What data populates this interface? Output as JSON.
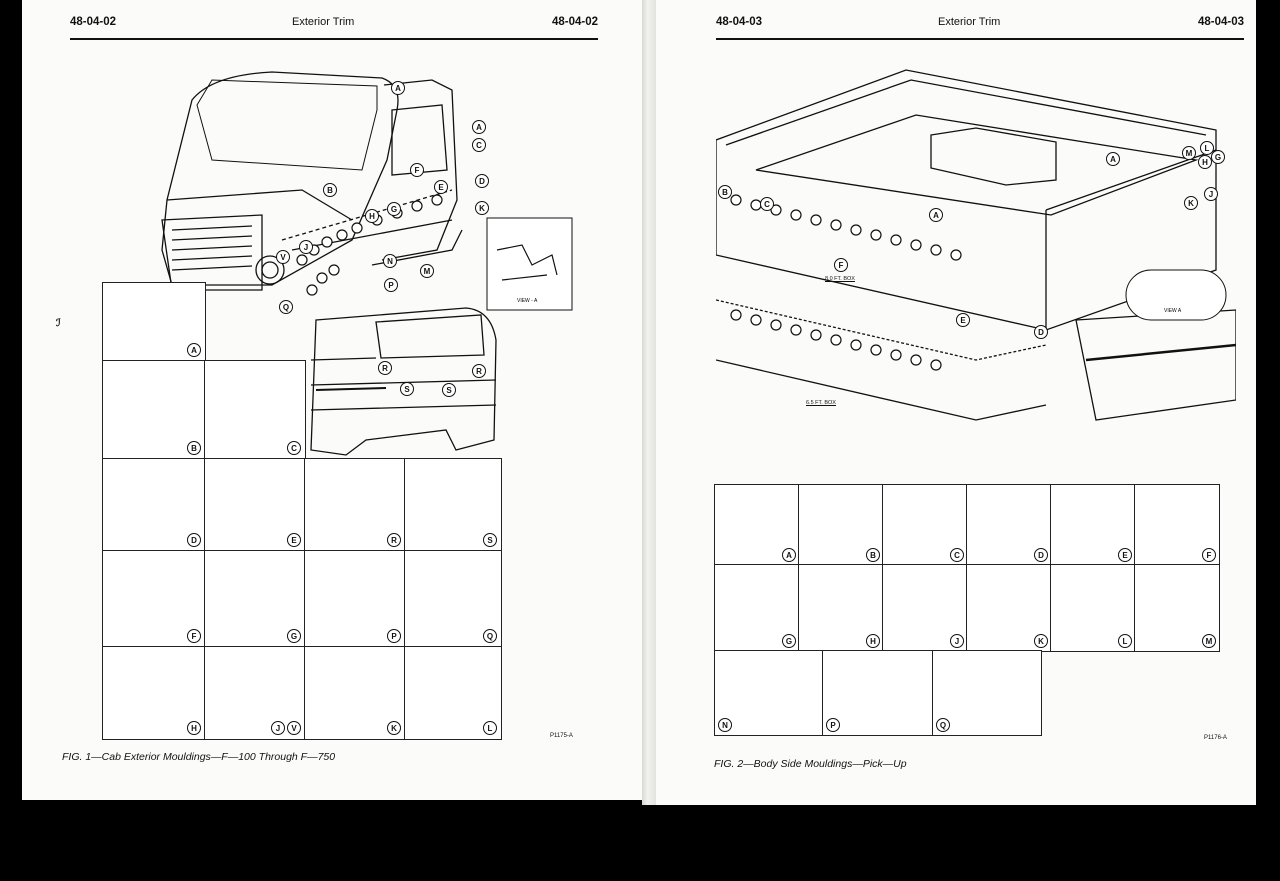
{
  "left_page": {
    "page_number_left": "48-04-02",
    "section_title": "Exterior Trim",
    "page_number_right": "48-04-02",
    "figure_caption": "FIG. 1—Cab Exterior Mouldings—F—100 Through F—750",
    "plate_code": "P1175-A",
    "view_label": "VIEW - A",
    "detail_grid": [
      {
        "letters": [
          "A"
        ]
      },
      {
        "letters": [
          "B"
        ]
      },
      {
        "letters": [
          "C"
        ]
      },
      {
        "letters": [
          "D"
        ]
      },
      {
        "letters": [
          "E"
        ]
      },
      {
        "letters": [
          "R"
        ]
      },
      {
        "letters": [
          "S"
        ]
      },
      {
        "letters": [
          "F"
        ]
      },
      {
        "letters": [
          "G"
        ]
      },
      {
        "letters": [
          "P"
        ]
      },
      {
        "letters": [
          "Q"
        ]
      },
      {
        "letters": [
          "H"
        ]
      },
      {
        "letters": [
          "J",
          "V"
        ]
      },
      {
        "letters": [
          "K"
        ]
      },
      {
        "letters": [
          "L"
        ]
      }
    ],
    "callouts": [
      "A",
      "C",
      "D",
      "K",
      "E",
      "F",
      "B",
      "G",
      "H",
      "J",
      "V",
      "Q",
      "M",
      "N",
      "P",
      "R",
      "S"
    ]
  },
  "right_page": {
    "page_number_left": "48-04-03",
    "section_title": "Exterior Trim",
    "page_number_right": "48-04-03",
    "figure_caption": "FIG. 2—Body Side Mouldings—Pick—Up",
    "plate_code": "P1176-A",
    "view_label": "VIEW A",
    "box_label_8": "8.0 FT. BOX",
    "box_label_6": "6.5 FT. BOX",
    "detail_grid": [
      {
        "letters": [
          "A"
        ]
      },
      {
        "letters": [
          "B"
        ]
      },
      {
        "letters": [
          "C"
        ]
      },
      {
        "letters": [
          "D"
        ]
      },
      {
        "letters": [
          "E"
        ]
      },
      {
        "letters": [
          "F"
        ]
      },
      {
        "letters": [
          "G"
        ]
      },
      {
        "letters": [
          "H"
        ]
      },
      {
        "letters": [
          "J"
        ]
      },
      {
        "letters": [
          "K"
        ]
      },
      {
        "letters": [
          "L"
        ]
      },
      {
        "letters": [
          "M"
        ]
      },
      {
        "letters": [
          "N"
        ]
      },
      {
        "letters": [
          "P"
        ]
      },
      {
        "letters": [
          "Q"
        ]
      }
    ],
    "callouts": [
      "A",
      "B",
      "C",
      "D",
      "E",
      "F",
      "G",
      "H",
      "J",
      "K",
      "L",
      "M"
    ]
  },
  "margin_mark": "ℐ",
  "colors": {
    "paper": "#fbfbf9",
    "ink": "#111111",
    "background": "#000000"
  }
}
